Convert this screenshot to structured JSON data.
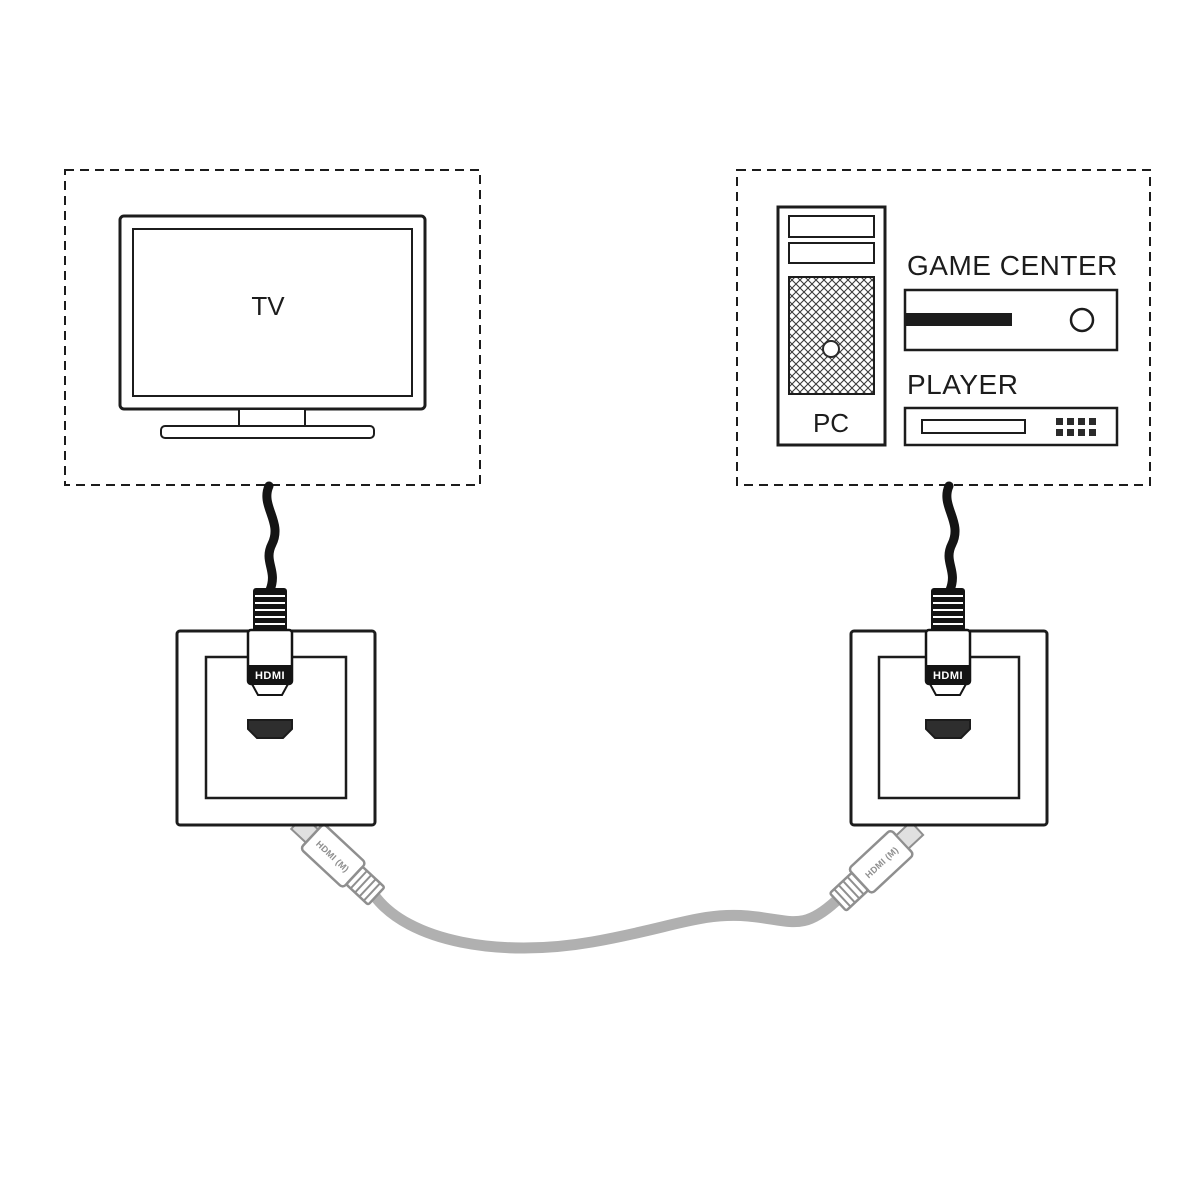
{
  "diagram": {
    "left_zone": {
      "device_label": "TV"
    },
    "right_zone": {
      "pc_label": "PC",
      "game_center_label": "GAME CENTER",
      "player_label": "PLAYER"
    },
    "wall_plates": {
      "left_connector_label": "HDMI",
      "right_connector_label": "HDMI",
      "left_patch_label": "HDMI (M)",
      "right_patch_label": "HDMI (M)"
    },
    "colors": {
      "line": "#1c1c1c",
      "gray_outline": "#8f8f8f",
      "cable_gray": "#b0b0b0",
      "background": "#ffffff"
    }
  }
}
